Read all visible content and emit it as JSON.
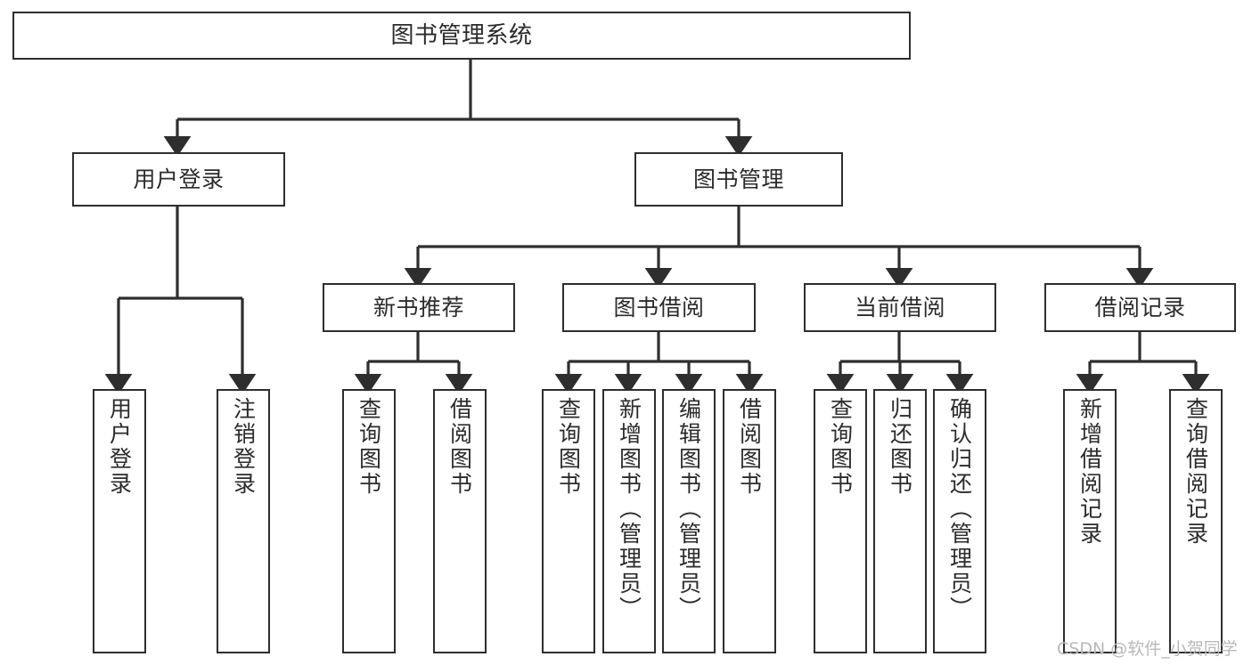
{
  "diagram": {
    "title": "图书管理系统",
    "type": "hierarchy-tree",
    "levels": 4,
    "colors": {
      "box_border": "#2e2e2e",
      "box_fill": "#ffffff",
      "text": "#2b2b2b",
      "connector": "#2e2e2e",
      "background": "#ffffff",
      "watermark": "#b9b9b9"
    },
    "root": {
      "label": "图书管理系统",
      "children": [
        {
          "label": "用户登录",
          "children": [
            {
              "label": "用户登录"
            },
            {
              "label": "注销登录"
            }
          ]
        },
        {
          "label": "图书管理",
          "children": [
            {
              "label": "新书推荐",
              "children": [
                {
                  "label": "查询图书"
                },
                {
                  "label": "借阅图书"
                }
              ]
            },
            {
              "label": "图书借阅",
              "children": [
                {
                  "label": "查询图书"
                },
                {
                  "label": "新增图书（管理员）"
                },
                {
                  "label": "编辑图书（管理员）"
                },
                {
                  "label": "借阅图书"
                }
              ]
            },
            {
              "label": "当前借阅",
              "children": [
                {
                  "label": "查询图书"
                },
                {
                  "label": "归还图书"
                },
                {
                  "label": "确认归还（管理员）"
                }
              ]
            },
            {
              "label": "借阅记录",
              "children": [
                {
                  "label": "新增借阅记录"
                },
                {
                  "label": "查询借阅记录"
                }
              ]
            }
          ]
        }
      ]
    },
    "nodes": {
      "root": "图书管理系统",
      "user_login": "用户登录",
      "book_manage": "图书管理",
      "new_book_rec": "新书推荐",
      "book_borrow": "图书借阅",
      "current_borrow": "当前借阅",
      "borrow_record": "借阅记录",
      "leaf_user_login": "用户登录",
      "leaf_logout": "注销登录",
      "leaf_query_book_1": "查询图书",
      "leaf_borrow_book_1": "借阅图书",
      "leaf_query_book_2": "查询图书",
      "leaf_add_book_admin": "新增图书（管理员）",
      "leaf_edit_book_admin": "编辑图书（管理员）",
      "leaf_borrow_book_2": "借阅图书",
      "leaf_query_book_3": "查询图书",
      "leaf_return_book": "归还图书",
      "leaf_confirm_return_admin": "确认归还（管理员）",
      "leaf_add_record": "新增借阅记录",
      "leaf_query_record": "查询借阅记录"
    }
  },
  "watermark": {
    "text": "CSDN @软件_小贺同学"
  }
}
